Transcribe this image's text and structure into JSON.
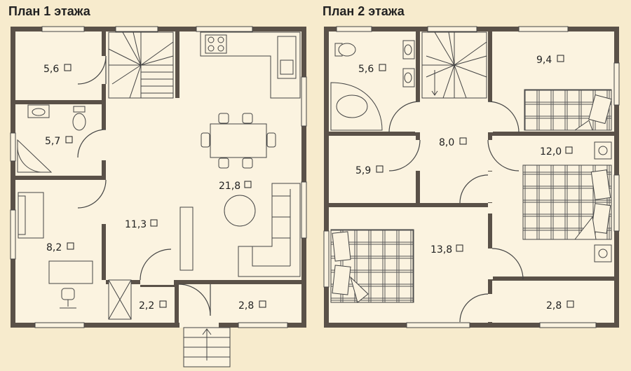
{
  "titles": {
    "floor1": "План 1 этажа",
    "floor2": "План 2 этажа"
  },
  "colors": {
    "background": "#f7ebcd",
    "wall": "#5a5148",
    "fill": "#fbf3e0",
    "line": "#444444"
  },
  "floor1": {
    "rooms": [
      {
        "id": "utility",
        "area": "5,6"
      },
      {
        "id": "bathroom",
        "area": "5,7"
      },
      {
        "id": "study",
        "area": "8,2"
      },
      {
        "id": "hall",
        "area": "11,3"
      },
      {
        "id": "living-kitchen",
        "area": "21,8"
      },
      {
        "id": "vestibule",
        "area": "2,2"
      },
      {
        "id": "porch",
        "area": "2,8"
      }
    ]
  },
  "floor2": {
    "rooms": [
      {
        "id": "bathroom",
        "area": "5,6"
      },
      {
        "id": "bedroom-top-right",
        "area": "9,4"
      },
      {
        "id": "corridor",
        "area": "8,0"
      },
      {
        "id": "closet",
        "area": "5,9"
      },
      {
        "id": "bedroom-right",
        "area": "12,0"
      },
      {
        "id": "bedroom-left",
        "area": "13,8"
      },
      {
        "id": "balcony",
        "area": "2,8"
      }
    ]
  }
}
